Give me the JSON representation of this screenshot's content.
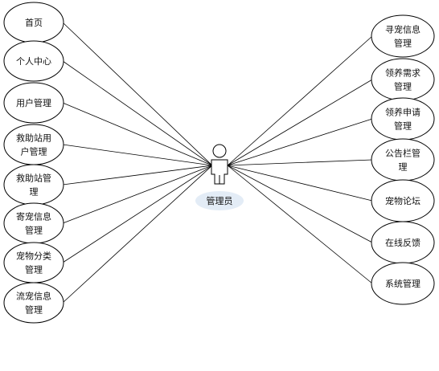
{
  "actor": {
    "label": "管理员"
  },
  "left_use_cases": [
    {
      "lines": [
        "首页"
      ]
    },
    {
      "lines": [
        "个人中心"
      ]
    },
    {
      "lines": [
        "用户管理"
      ]
    },
    {
      "lines": [
        "救助站用",
        "户管理"
      ]
    },
    {
      "lines": [
        "救助站管",
        "理"
      ]
    },
    {
      "lines": [
        "寄宠信息",
        "管理"
      ]
    },
    {
      "lines": [
        "宠物分类",
        "管理"
      ]
    },
    {
      "lines": [
        "流宠信息",
        "管理"
      ]
    }
  ],
  "right_use_cases": [
    {
      "lines": [
        "寻宠信息",
        "管理"
      ]
    },
    {
      "lines": [
        "领养需求",
        "管理"
      ]
    },
    {
      "lines": [
        "领养申请",
        "管理"
      ]
    },
    {
      "lines": [
        "公告栏管",
        "理"
      ]
    },
    {
      "lines": [
        "宠物论坛"
      ]
    },
    {
      "lines": [
        "在线反馈"
      ]
    },
    {
      "lines": [
        "系统管理"
      ]
    }
  ],
  "colors": {
    "stroke": "#000000",
    "fill": "#ffffff",
    "actor_glow": "#e3ecf6"
  }
}
